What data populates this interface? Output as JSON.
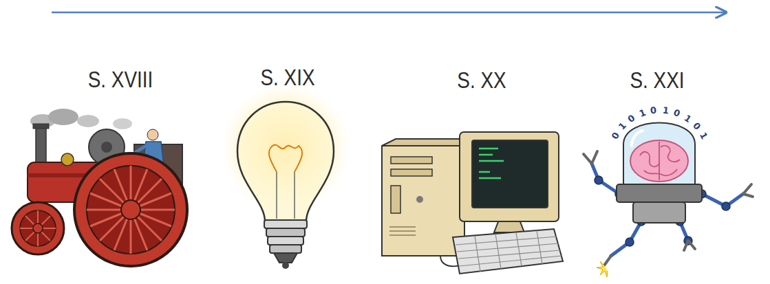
{
  "diagram": {
    "labels": [
      "S. XVIII",
      "S. XIX",
      "S. XX",
      "S. XXI",
      "0101010101"
    ]
  }
}
